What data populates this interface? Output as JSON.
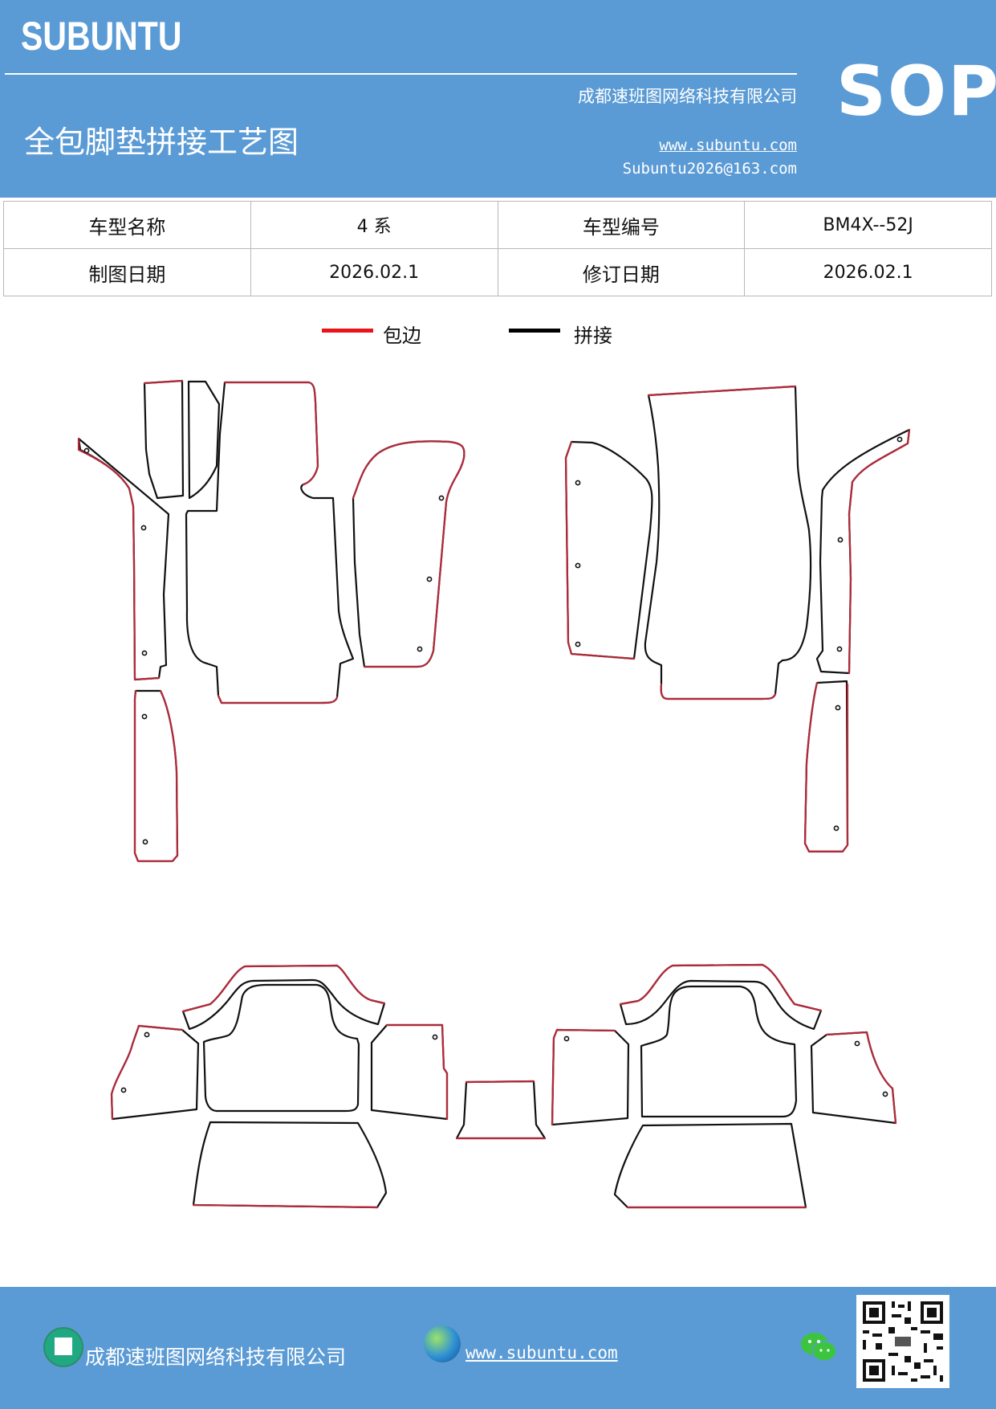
{
  "header": {
    "brand": "SUBUNTU",
    "company": "成都速班图网络科技有限公司",
    "sop": "SOP",
    "title": "全包脚垫拼接工艺图",
    "website": "www.subuntu.com",
    "email": "Subuntu2026@163.com"
  },
  "info_table": {
    "model_name_label": "车型名称",
    "model_name_value": "4 系",
    "model_code_label": "车型编号",
    "model_code_value": "BM4X--52J",
    "draw_date_label": "制图日期",
    "draw_date_value": "2026.02.1",
    "revise_date_label": "修订日期",
    "revise_date_value": "2026.02.1"
  },
  "legend": {
    "items": [
      {
        "label": "包边",
        "color": "#e8141a"
      },
      {
        "label": "拼接",
        "color": "#000000"
      }
    ]
  },
  "colors": {
    "header_bg": "#5b9bd5",
    "edge": "#b22a3a",
    "seam": "#111111"
  },
  "footer": {
    "company": "成都速班图网络科技有限公司",
    "website": "www.subuntu.com",
    "icons": [
      "company-icon",
      "globe-icon",
      "wechat-icon",
      "qr-code"
    ]
  }
}
